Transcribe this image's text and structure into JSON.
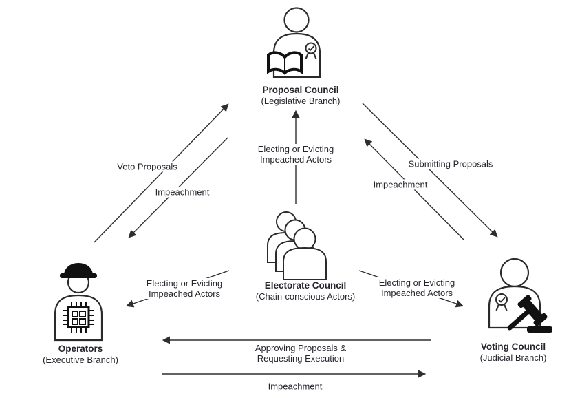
{
  "nodes": {
    "proposal_council": {
      "title": "Proposal Council",
      "subtitle": "(Legislative Branch)",
      "icon": "person-with-book-and-ribbon-icon"
    },
    "electorate_council": {
      "title": "Electorate Council",
      "subtitle": "(Chain-conscious Actors)",
      "icon": "group-of-people-icon"
    },
    "operators": {
      "title": "Operators",
      "subtitle": "(Executive Branch)",
      "icon": "person-with-hardhat-and-chip-icon"
    },
    "voting_council": {
      "title": "Voting Council",
      "subtitle": "(Judicial Branch)",
      "icon": "person-with-ribbon-and-gavel-icon"
    }
  },
  "edges": {
    "veto_proposals": {
      "from": "Operators",
      "to": "Proposal Council",
      "label": "Veto Proposals"
    },
    "impeachment_upper_left": {
      "from": "Proposal Council",
      "to": "Operators",
      "label": "Impeachment"
    },
    "electing_center": {
      "from": "Electorate Council",
      "to": "Proposal Council",
      "label_line1": "Electing or Evicting",
      "label_line2": "Impeached Actors"
    },
    "submitting_proposals": {
      "from": "Proposal Council",
      "to": "Voting Council",
      "label": "Submitting Proposals"
    },
    "impeachment_upper_right": {
      "from": "Voting Council",
      "to": "Proposal Council",
      "label": "Impeachment"
    },
    "electing_left": {
      "from": "Electorate Council",
      "to": "Operators",
      "label_line1": "Electing or Evicting",
      "label_line2": "Impeached Actors"
    },
    "electing_right": {
      "from": "Electorate Council",
      "to": "Voting Council",
      "label_line1": "Electing or Evicting",
      "label_line2": "Impeached Actors"
    },
    "approving_proposals": {
      "from": "Voting Council",
      "to": "Operators",
      "label_line1": "Approving Proposals &",
      "label_line2": "Requesting Execution"
    },
    "impeachment_bottom": {
      "from": "Operators",
      "to": "Voting Council",
      "label": "Impeachment"
    }
  },
  "colors": {
    "arrow": "#2e2e2e",
    "text": "#25252d",
    "icon_stroke": "#2a2a2a",
    "icon_solid": "#111111",
    "background": "#ffffff"
  }
}
